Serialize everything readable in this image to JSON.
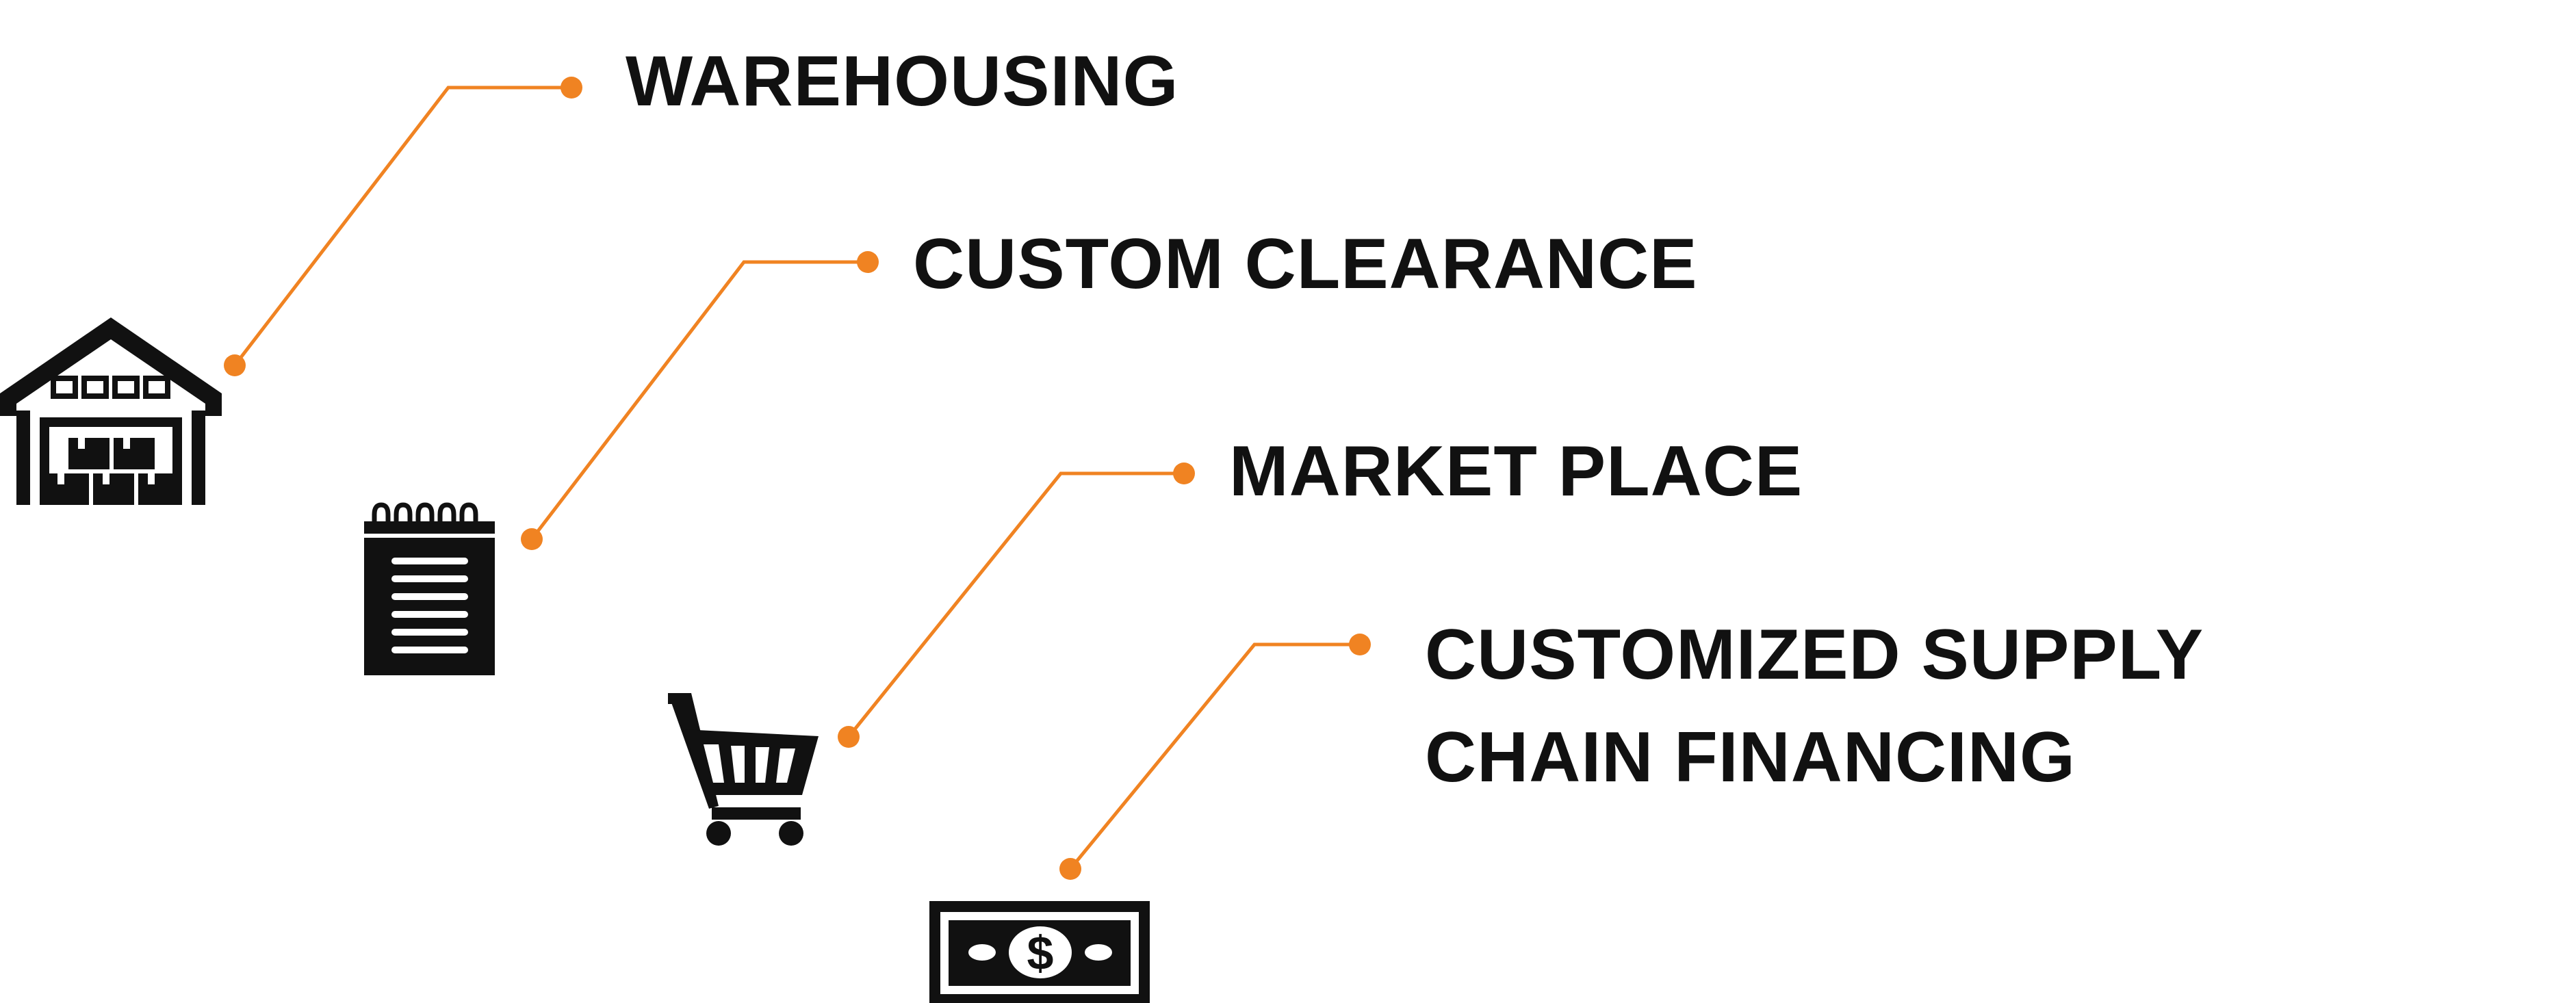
{
  "colors": {
    "connector": "#F08322",
    "icon": "#111111",
    "text": "#111111",
    "background": "#ffffff"
  },
  "services": [
    {
      "icon": "warehouse-icon",
      "lines": [
        "WAREHOUSING"
      ]
    },
    {
      "icon": "notepad-icon",
      "lines": [
        "CUSTOM CLEARANCE"
      ]
    },
    {
      "icon": "shopping-cart-icon",
      "lines": [
        "MARKET PLACE"
      ]
    },
    {
      "icon": "dollar-bill-icon",
      "lines": [
        "CUSTOMIZED SUPPLY",
        "CHAIN FINANCING"
      ]
    }
  ]
}
